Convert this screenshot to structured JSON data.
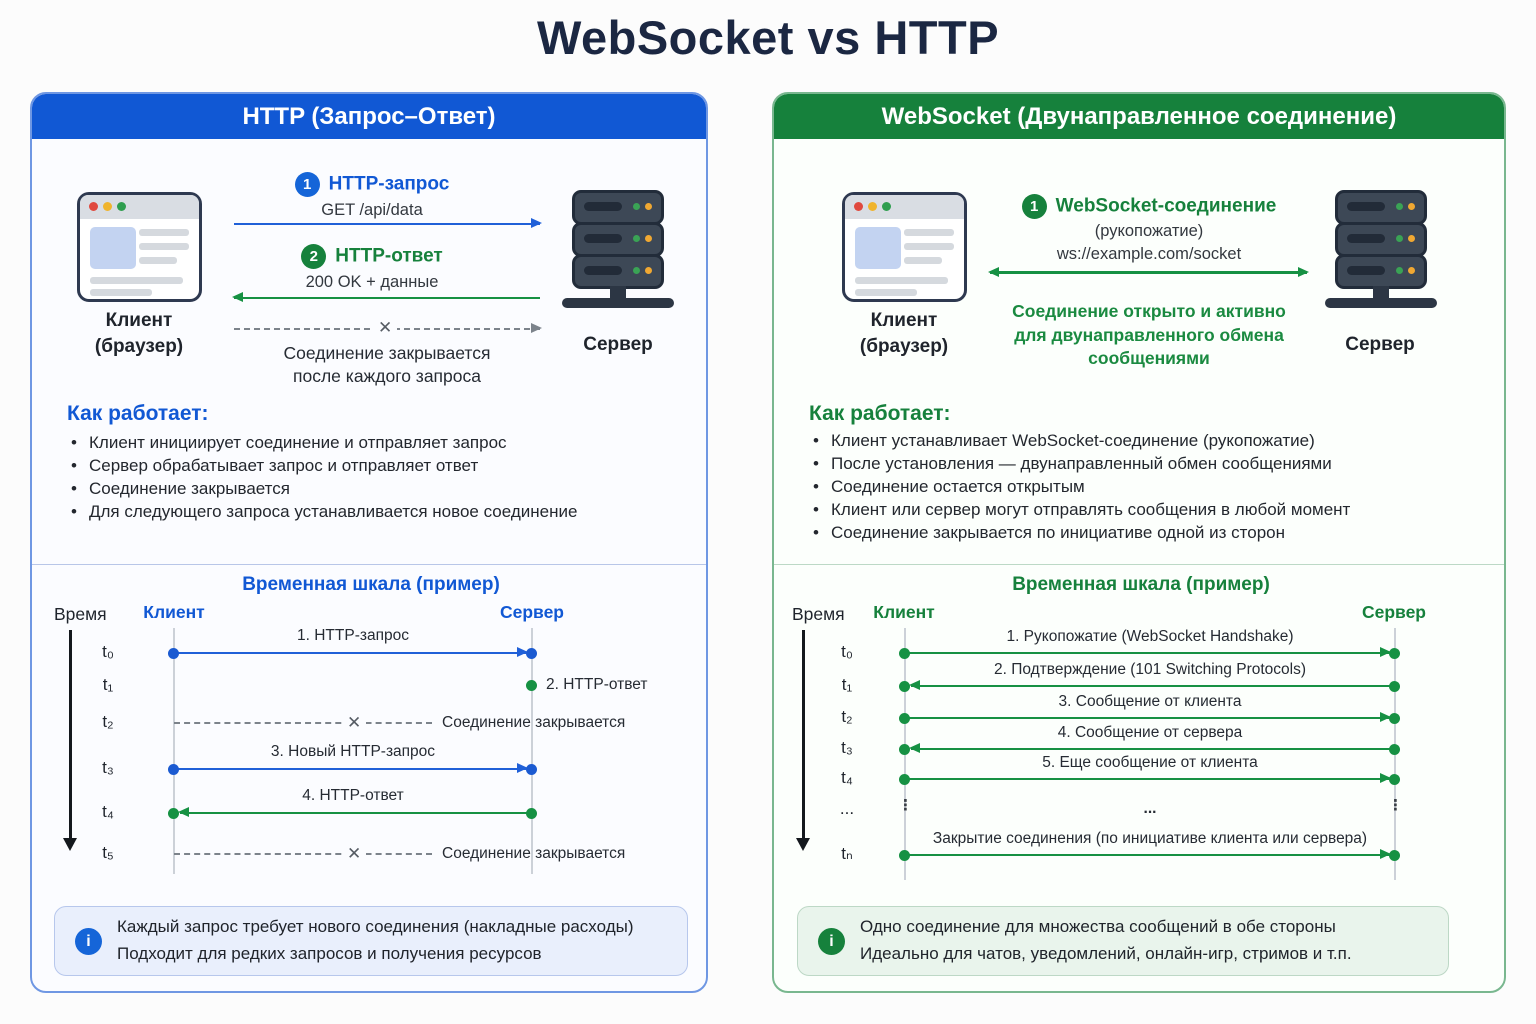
{
  "title": "WebSocket vs HTTP",
  "colors": {
    "blue_accent": "#1158d4",
    "green_accent": "#16813c",
    "title_navy": "#1b2742"
  },
  "http_panel": {
    "header": "HTTP (Запрос–Ответ)",
    "client_label": "Клиент",
    "client_sublabel": "(браузер)",
    "server_label": "Сервер",
    "step1_num": "1",
    "step1_label": "HTTP-запрос",
    "step1_sub": "GET /api/data",
    "step2_num": "2",
    "step2_label": "HTTP-ответ",
    "step2_sub": "200 OK + данные",
    "close_mark": "✕",
    "close_cap1": "Соединение закрывается",
    "close_cap2": "после каждого запроса",
    "how_title": "Как работает:",
    "bullets": [
      "Клиент инициирует соединение и отправляет запрос",
      "Сервер обрабатывает запрос и отправляет ответ",
      "Соединение закрывается",
      "Для следующего запроса устанавливается новое соединение"
    ],
    "timeline": {
      "title": "Временная шкала (пример)",
      "time_label": "Время",
      "client": "Клиент",
      "server": "Сервер",
      "rows": [
        {
          "t": "t₀",
          "label": "1. HTTP-запрос"
        },
        {
          "t": "t₁",
          "label": "2. HTTP-ответ"
        },
        {
          "t": "t₂",
          "label": "Соединение закрывается"
        },
        {
          "t": "t₃",
          "label": "3. Новый HTTP-запрос"
        },
        {
          "t": "t₄",
          "label": "4. HTTP-ответ"
        },
        {
          "t": "t₅",
          "label": "Соединение закрывается"
        }
      ]
    },
    "info_line1": "Каждый запрос требует нового соединения (накладные расходы)",
    "info_line2": "Подходит для редких запросов и получения ресурсов",
    "info_icon": "i"
  },
  "ws_panel": {
    "header": "WebSocket (Двунаправленное соединение)",
    "client_label": "Клиент",
    "client_sublabel": "(браузер)",
    "server_label": "Сервер",
    "step1_num": "1",
    "step1_label": "WebSocket-соединение",
    "step1_sub1": "(рукопожатие)",
    "step1_sub2": "ws://example.com/socket",
    "open_cap1": "Соединение открыто и активно",
    "open_cap2": "для двунаправленного обмена",
    "open_cap3": "сообщениями",
    "how_title": "Как работает:",
    "bullets": [
      "Клиент устанавливает WebSocket-соединение (рукопожатие)",
      "После установления — двунаправленный обмен сообщениями",
      "Соединение остается открытым",
      "Клиент или сервер могут отправлять сообщения в любой момент",
      "Соединение закрывается по инициативе одной из сторон"
    ],
    "timeline": {
      "title": "Временная шкала (пример)",
      "time_label": "Время",
      "client": "Клиент",
      "server": "Сервер",
      "rows": [
        {
          "t": "t₀",
          "label": "1. Рукопожатие (WebSocket Handshake)"
        },
        {
          "t": "t₁",
          "label": "2. Подтверждение (101 Switching Protocols)"
        },
        {
          "t": "t₂",
          "label": "3. Сообщение от клиента"
        },
        {
          "t": "t₃",
          "label": "4. Сообщение от сервера"
        },
        {
          "t": "t₄",
          "label": "5. Еще сообщение от клиента"
        },
        {
          "t": "...",
          "label": "..."
        },
        {
          "t": "tₙ",
          "label": "Закрытие соединения (по инициативе клиента или сервера)"
        }
      ],
      "ellipsis_client": "⋮",
      "ellipsis_server": "⋮"
    },
    "info_line1": "Одно соединение для множества сообщений в обе стороны",
    "info_line2": "Идеально для чатов, уведомлений, онлайн-игр, стримов и т.п.",
    "info_icon": "i"
  }
}
